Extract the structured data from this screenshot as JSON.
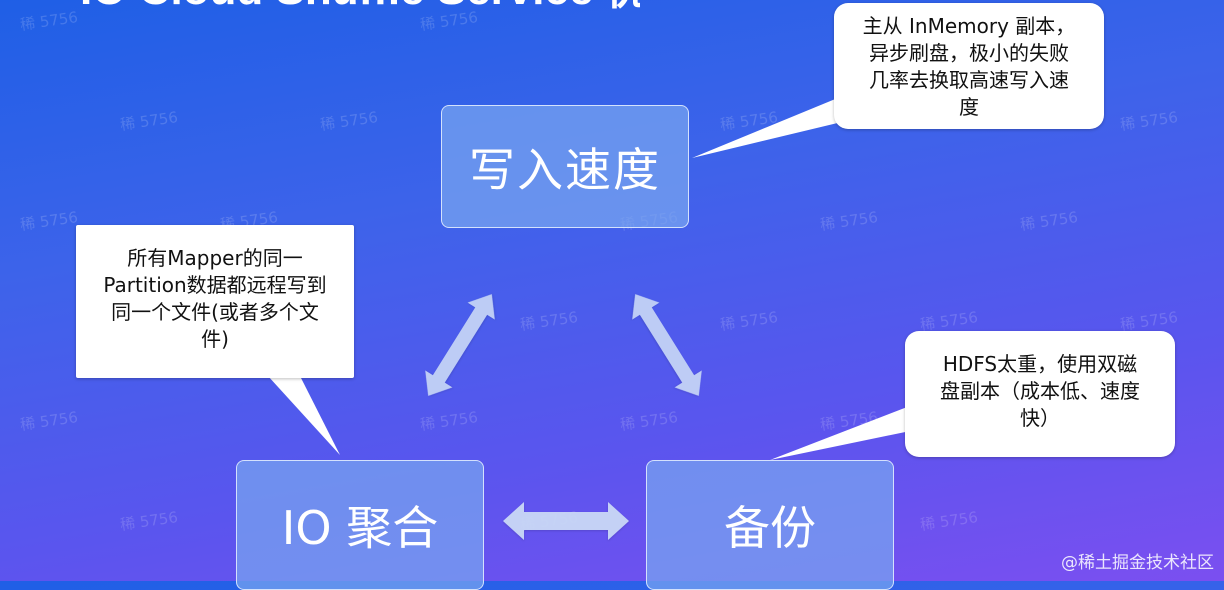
{
  "slide": {
    "title_partial": "IO Cloud Shuffle Service 优化"
  },
  "nodes": {
    "speed": "写入速度",
    "io": "IO 聚合",
    "backup": "备份"
  },
  "callouts": {
    "speed": "主从 InMemory 副本，\n异步刷盘，极小的失败\n几率去换取高速写入速\n度",
    "io": "所有Mapper的同一\nPartition数据都远程写到\n同一个文件(或者多个文\n件)",
    "backup": "HDFS太重，使用双磁\n盘副本（成本低、速度\n快）"
  },
  "watermark_text": "稀 5756",
  "corner_mark": "@稀土掘金技术社区",
  "colors": {
    "background_top": "#1f5fe6",
    "background_bottom": "#7b4ff0",
    "node_fill": "#78a5f0",
    "arrow_fill": "#c9d8f7",
    "callout_fill": "#ffffff"
  }
}
